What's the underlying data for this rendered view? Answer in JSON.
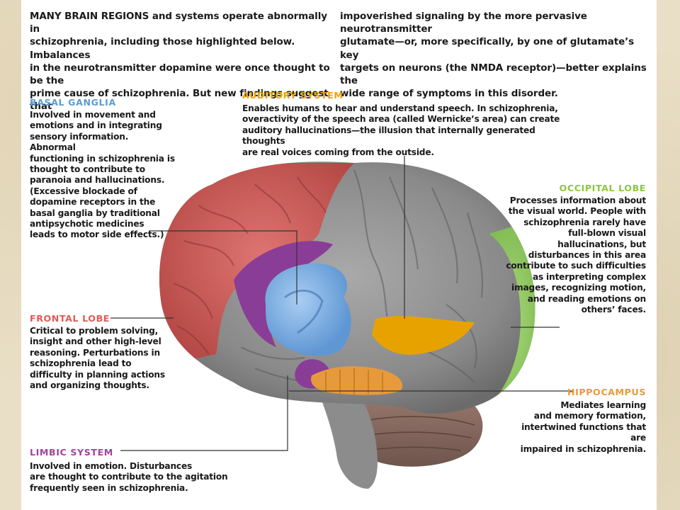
{
  "intro": {
    "left": "MANY BRAIN REGIONS and systems operate abnormally in\nschizophrenia, including those highlighted below. Imbalances\nin the neurotransmitter dopamine were once thought to be the\nprime cause of schizophrenia. But new findings suggest that",
    "right": "impoverished signaling by the more pervasive neurotransmitter\nglutamate—or, more specifically, by one of glutamate’s key\ntargets on neurons (the NMDA receptor)—better explains the\nwide range of symptoms in this disorder."
  },
  "regions": {
    "basal_ganglia": {
      "title": "BASAL GANGLIA",
      "color": "#5b9bd5",
      "text": "Involved in movement and\nemotions and in integrating\nsensory information. Abnormal\nfunctioning in schizophrenia is\nthought to contribute to\nparanoia and hallucinations.\n(Excessive blockade of\ndopamine receptors in the\nbasal ganglia by traditional\nantipsychotic medicines\nleads to motor side effects.)"
    },
    "auditory_system": {
      "title": "AUDITORY SYSTEM",
      "color": "#e8a200",
      "text": "Enables humans to hear and understand speech. In schizophrenia,\noveractivity of the speech area (called Wernicke’s area) can create\nauditory hallucinations—the illusion that internally generated thoughts\nare real voices coming from the outside."
    },
    "occipital_lobe": {
      "title": "OCCIPITAL LOBE",
      "color": "#8cc63f",
      "text": "Processes information about\nthe visual world. People with\nschizophrenia rarely have\nfull-blown visual\nhallucinations, but\ndisturbances in this area\ncontribute to such difficulties\nas interpreting complex\nimages, recognizing motion,\nand reading emotions on\nothers’ faces."
    },
    "frontal_lobe": {
      "title": "FRONTAL LOBE",
      "color": "#e05a55",
      "text": "Critical to problem solving,\ninsight and other high-level\nreasoning. Perturbations in\nschizophrenia lead to\ndifficulty in planning actions\nand organizing thoughts."
    },
    "hippocampus": {
      "title": "HIPPOCAMPUS",
      "color": "#e69a3c",
      "text": "Mediates learning\nand memory formation,\nintertwined functions that are\nimpaired in schizophrenia."
    },
    "limbic_system": {
      "title": "LIMBIC SYSTEM",
      "color": "#a0449a",
      "text": "Involved in emotion. Disturbances\nare thought to contribute to the agitation\nfrequently seen in schizophrenia."
    }
  }
}
